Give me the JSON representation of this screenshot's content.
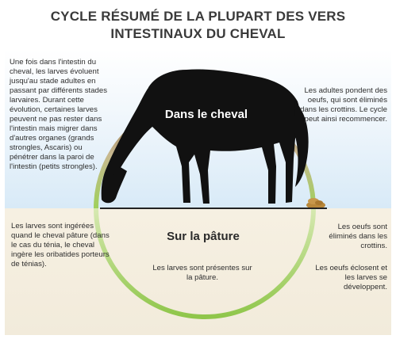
{
  "title": {
    "line1": "CYCLE RÉSUMÉ DE LA PLUPART DES VERS",
    "line2": "INTESTINAUX DU CHEVAL"
  },
  "labels": {
    "inside_horse": "Dans le cheval",
    "pasture": "Sur la pâture"
  },
  "texts": {
    "top_left": "Une fois dans l'intestin du cheval, les larves évoluent jusqu'au stade adultes en passant par différents stades larvaires. Durant cette évolution, certaines larves peuvent ne pas rester dans l'intestin mais migrer dans d'autres organes (grands strongles, Ascaris) ou pénétrer dans la paroi de l'intestin (petits strongles).",
    "top_right": "Les adultes pondent des oeufs, qui sont éliminés dans les crottins. Le cycle peut ainsi recommencer.",
    "bottom_left": "Les larves sont ingérées quand le cheval pâture (dans le cas du ténia, le cheval ingère les oribatides porteurs de ténias).",
    "bottom_center": "Les larves sont présentes sur la pâture.",
    "bottom_right_1": "Les oeufs sont éliminés dans les crottins.",
    "bottom_right_2": "Les oeufs éclosent et les larves se développent."
  },
  "colors": {
    "arc_top": "#8a6a44",
    "arc_bottom": "#9ccc5c",
    "horse": "#111111",
    "dung": "#b8873a"
  },
  "icons": {
    "horse": "grazing-horse-silhouette",
    "dung": "dung-pile"
  }
}
